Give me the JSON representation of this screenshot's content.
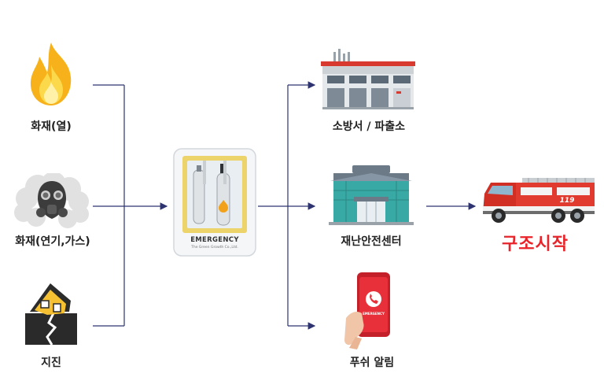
{
  "sources": [
    {
      "id": "fire-heat",
      "label": "화재(열)",
      "icon": "flame-icon"
    },
    {
      "id": "fire-smoke-gas",
      "label": "화재(연기,가스)",
      "icon": "gas-mask-icon"
    },
    {
      "id": "earthquake",
      "label": "지진",
      "icon": "earthquake-house-icon"
    }
  ],
  "device": {
    "label": "EMERGENCY",
    "sublabel": "The Green Growth Co.,Ltd."
  },
  "targets": [
    {
      "id": "fire-station",
      "label": "소방서 / 파출소",
      "icon": "fire-station-icon"
    },
    {
      "id": "disaster-center",
      "label": "재난안전센터",
      "icon": "disaster-center-building-icon"
    },
    {
      "id": "push-alert",
      "label": "푸쉬 알림",
      "icon": "smartphone-icon",
      "screen_text": "EMERGENCY"
    }
  ],
  "result": {
    "label": "구조시작",
    "icon": "fire-truck-icon",
    "truck_number": "119"
  },
  "colors": {
    "accent_red": "#e8242a",
    "line_navy": "#2d3470",
    "device_gold": "#f2d35a"
  }
}
